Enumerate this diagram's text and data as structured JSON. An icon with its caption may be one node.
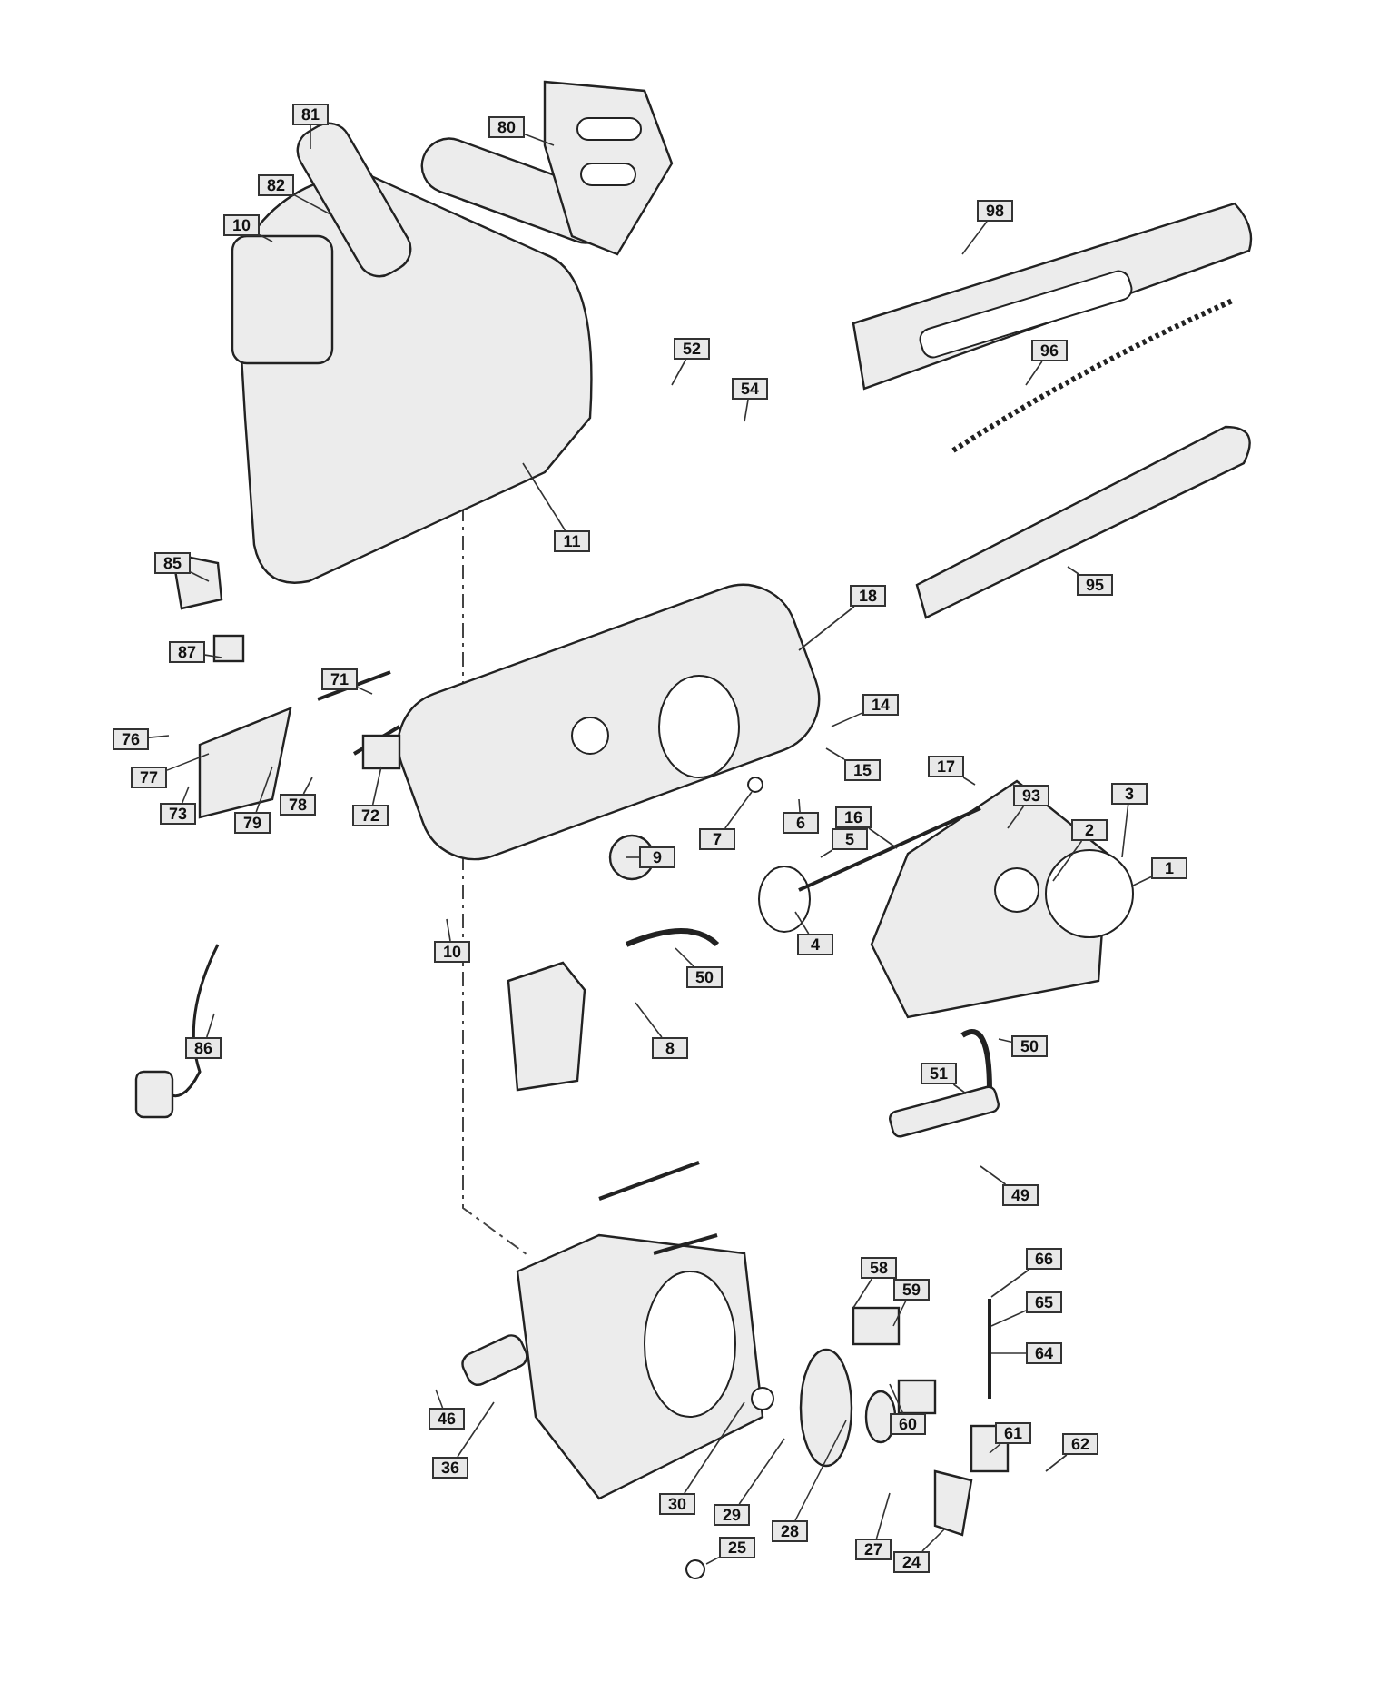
{
  "diagram": {
    "nodes": [
      {
        "text": [
          "81"
        ]
      },
      {
        "text": [
          "80"
        ]
      },
      {
        "text": [
          "82"
        ]
      },
      {
        "text": [
          "10"
        ]
      },
      {
        "text": [
          "98"
        ]
      },
      {
        "text": [
          "96"
        ]
      },
      {
        "text": [
          "52"
        ]
      },
      {
        "text": [
          "54"
        ]
      },
      {
        "text": [
          "11"
        ]
      },
      {
        "text": [
          "85"
        ]
      },
      {
        "text": [
          "95"
        ]
      },
      {
        "text": [
          "18"
        ]
      },
      {
        "text": [
          "87"
        ]
      },
      {
        "text": [
          "71"
        ]
      },
      {
        "text": [
          "14"
        ]
      },
      {
        "text": [
          "76"
        ]
      },
      {
        "text": [
          "77"
        ]
      },
      {
        "text": [
          "73"
        ]
      },
      {
        "text": [
          "79"
        ]
      },
      {
        "text": [
          "78"
        ]
      },
      {
        "text": [
          "72"
        ]
      },
      {
        "text": [
          "15"
        ]
      },
      {
        "text": [
          "17"
        ]
      },
      {
        "text": [
          "93"
        ]
      },
      {
        "text": [
          "3"
        ]
      },
      {
        "text": [
          "7"
        ]
      },
      {
        "text": [
          "6"
        ]
      },
      {
        "text": [
          "5"
        ]
      },
      {
        "text": [
          "16"
        ]
      },
      {
        "text": [
          "2"
        ]
      },
      {
        "text": [
          "1"
        ]
      },
      {
        "text": [
          "9"
        ]
      },
      {
        "text": [
          "10"
        ]
      },
      {
        "text": [
          "4"
        ]
      },
      {
        "text": [
          "50"
        ]
      },
      {
        "text": [
          "8"
        ]
      },
      {
        "text": [
          "86"
        ]
      },
      {
        "text": [
          "50"
        ]
      },
      {
        "text": [
          "51"
        ]
      },
      {
        "text": [
          "49"
        ]
      },
      {
        "text": [
          "58"
        ]
      },
      {
        "text": [
          "66"
        ]
      },
      {
        "text": [
          "59"
        ]
      },
      {
        "text": [
          "65"
        ]
      },
      {
        "text": [
          "64"
        ]
      },
      {
        "text": [
          "46"
        ]
      },
      {
        "text": [
          "60"
        ]
      },
      {
        "text": [
          "36"
        ]
      },
      {
        "text": [
          "61"
        ]
      },
      {
        "text": [
          "62"
        ]
      },
      {
        "text": [
          "30"
        ]
      },
      {
        "text": [
          "29"
        ]
      },
      {
        "text": [
          "28"
        ]
      },
      {
        "text": [
          "27"
        ]
      },
      {
        "text": [
          "25"
        ]
      },
      {
        "text": [
          "24"
        ]
      }
    ],
    "edges": [
      {
        "from": 0,
        "to": null,
        "arrow": "none"
      },
      {
        "from": 1,
        "to": null,
        "arrow": "none"
      },
      {
        "from": 2,
        "to": null,
        "arrow": "none"
      },
      {
        "from": 3,
        "to": null,
        "arrow": "none"
      },
      {
        "from": 4,
        "to": null,
        "arrow": "none"
      },
      {
        "from": 5,
        "to": null,
        "arrow": "none"
      },
      {
        "from": 6,
        "to": null,
        "arrow": "none"
      },
      {
        "from": 7,
        "to": null,
        "arrow": "none"
      },
      {
        "from": 8,
        "to": null,
        "arrow": "none"
      },
      {
        "from": 9,
        "to": null,
        "arrow": "none"
      },
      {
        "from": 10,
        "to": null,
        "arrow": "none"
      },
      {
        "from": 11,
        "to": null,
        "arrow": "none"
      },
      {
        "from": 12,
        "to": null,
        "arrow": "none"
      },
      {
        "from": 13,
        "to": null,
        "arrow": "none"
      },
      {
        "from": 14,
        "to": null,
        "arrow": "none"
      },
      {
        "from": 15,
        "to": null,
        "arrow": "none"
      },
      {
        "from": 16,
        "to": null,
        "arrow": "none"
      },
      {
        "from": 17,
        "to": null,
        "arrow": "none"
      },
      {
        "from": 18,
        "to": null,
        "arrow": "none"
      },
      {
        "from": 19,
        "to": null,
        "arrow": "none"
      },
      {
        "from": 20,
        "to": null,
        "arrow": "none"
      },
      {
        "from": 21,
        "to": null,
        "arrow": "none"
      },
      {
        "from": 22,
        "to": null,
        "arrow": "none"
      },
      {
        "from": 23,
        "to": null,
        "arrow": "none"
      },
      {
        "from": 24,
        "to": null,
        "arrow": "none"
      },
      {
        "from": 25,
        "to": null,
        "arrow": "none"
      },
      {
        "from": 26,
        "to": null,
        "arrow": "none"
      },
      {
        "from": 27,
        "to": null,
        "arrow": "none"
      },
      {
        "from": 28,
        "to": null,
        "arrow": "none"
      },
      {
        "from": 29,
        "to": null,
        "arrow": "none"
      },
      {
        "from": 30,
        "to": null,
        "arrow": "none"
      },
      {
        "from": 31,
        "to": null,
        "arrow": "none"
      },
      {
        "from": 32,
        "to": null,
        "arrow": "none"
      },
      {
        "from": 33,
        "to": null,
        "arrow": "none"
      },
      {
        "from": 34,
        "to": null,
        "arrow": "none"
      },
      {
        "from": 35,
        "to": null,
        "arrow": "none"
      },
      {
        "from": 36,
        "to": null,
        "arrow": "none"
      },
      {
        "from": 37,
        "to": null,
        "arrow": "none"
      },
      {
        "from": 38,
        "to": null,
        "arrow": "none"
      },
      {
        "from": 39,
        "to": null,
        "arrow": "none"
      },
      {
        "from": 40,
        "to": null,
        "arrow": "none"
      },
      {
        "from": 41,
        "to": null,
        "arrow": "none"
      },
      {
        "from": 42,
        "to": null,
        "arrow": "none"
      },
      {
        "from": 43,
        "to": null,
        "arrow": "none"
      },
      {
        "from": 44,
        "to": null,
        "arrow": "none"
      },
      {
        "from": 45,
        "to": null,
        "arrow": "none"
      },
      {
        "from": 46,
        "to": null,
        "arrow": "none"
      },
      {
        "from": 47,
        "to": null,
        "arrow": "none"
      },
      {
        "from": 48,
        "to": null,
        "arrow": "none"
      },
      {
        "from": 49,
        "to": null,
        "arrow": "none"
      },
      {
        "from": 50,
        "to": null,
        "arrow": "none"
      },
      {
        "from": 51,
        "to": null,
        "arrow": "none"
      },
      {
        "from": 52,
        "to": null,
        "arrow": "none"
      },
      {
        "from": 53,
        "to": null,
        "arrow": "none"
      },
      {
        "from": 54,
        "to": null,
        "arrow": "none"
      },
      {
        "from": 55,
        "to": null,
        "arrow": "none"
      }
    ]
  }
}
